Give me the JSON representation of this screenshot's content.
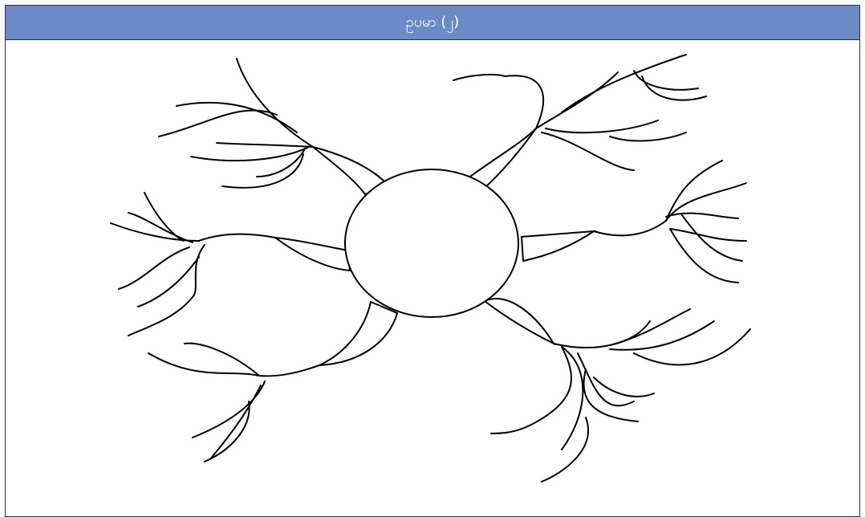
{
  "header": {
    "title": "ဥပမာ (၂)",
    "background": "#6a8bc6"
  },
  "mind_map": {
    "center_fill": "#ffffff",
    "branches": [
      {
        "name": "upper-left",
        "color": "#8a8373"
      },
      {
        "name": "left",
        "color": "#aef1f5"
      },
      {
        "name": "lower-left",
        "color": "#f8877a"
      },
      {
        "name": "right",
        "color": "#ffff55"
      },
      {
        "name": "lower-right",
        "color": "#66ff44"
      },
      {
        "name": "upper-right",
        "color": "#ffffff"
      }
    ]
  }
}
